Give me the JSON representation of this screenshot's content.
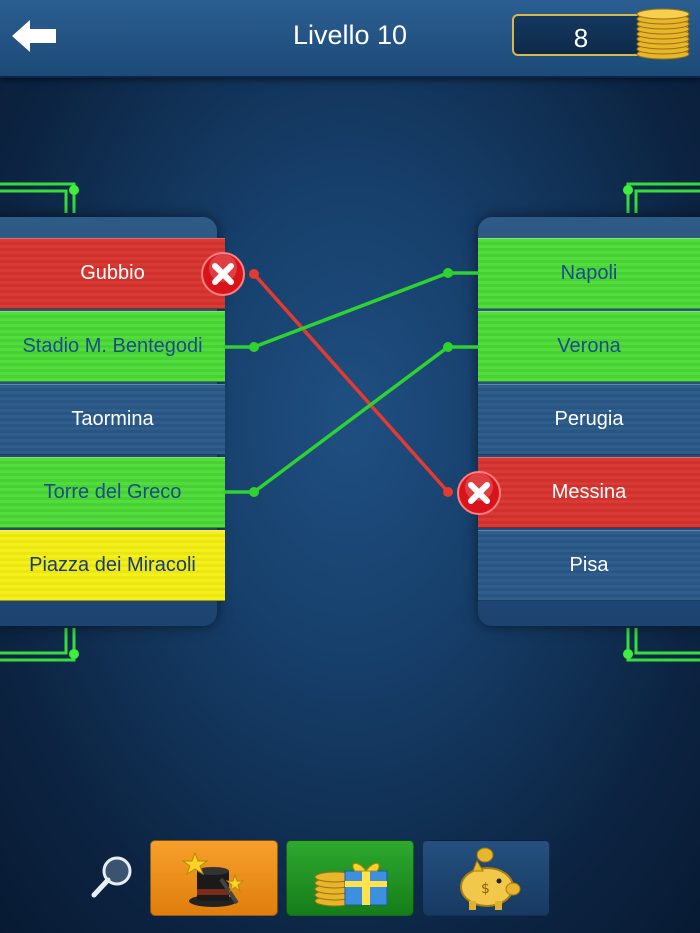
{
  "header": {
    "title": "Livello 10",
    "coins": "8"
  },
  "left_column": [
    {
      "label": "Gubbio",
      "state": "wrong",
      "color": "#d93a35"
    },
    {
      "label": "Stadio M. Bentegodi",
      "state": "correct",
      "color": "#52dc3e"
    },
    {
      "label": "Taormina",
      "state": "unanswered",
      "color": "#2f5d8c"
    },
    {
      "label": "Torre del Greco",
      "state": "correct",
      "color": "#52dc3e"
    },
    {
      "label": "Piazza dei Miracoli",
      "state": "selected",
      "color": "#f4f01c"
    }
  ],
  "right_column": [
    {
      "label": "Napoli",
      "state": "correct",
      "color": "#52dc3e"
    },
    {
      "label": "Verona",
      "state": "correct",
      "color": "#52dc3e"
    },
    {
      "label": "Perugia",
      "state": "unanswered",
      "color": "#2f5d8c"
    },
    {
      "label": "Messina",
      "state": "wrong",
      "color": "#d93a35"
    },
    {
      "label": "Pisa",
      "state": "unanswered",
      "color": "#2f5d8c"
    }
  ],
  "connections": [
    {
      "from": "Gubbio",
      "to": "Messina",
      "result": "wrong",
      "color": "#e53a2f"
    },
    {
      "from": "Stadio M. Bentegodi",
      "to": "Napoli",
      "result": "correct",
      "color": "#2fd330"
    },
    {
      "from": "Torre del Greco",
      "to": "Verona",
      "result": "correct",
      "color": "#2fd330"
    }
  ],
  "toolbar": {
    "icons": [
      "magnifier-icon",
      "magic-hat-icon",
      "gift-coins-icon",
      "piggy-bank-icon"
    ]
  },
  "colors": {
    "wire_glow": "#3cf03c",
    "coin_gold": "#e8b62a"
  }
}
